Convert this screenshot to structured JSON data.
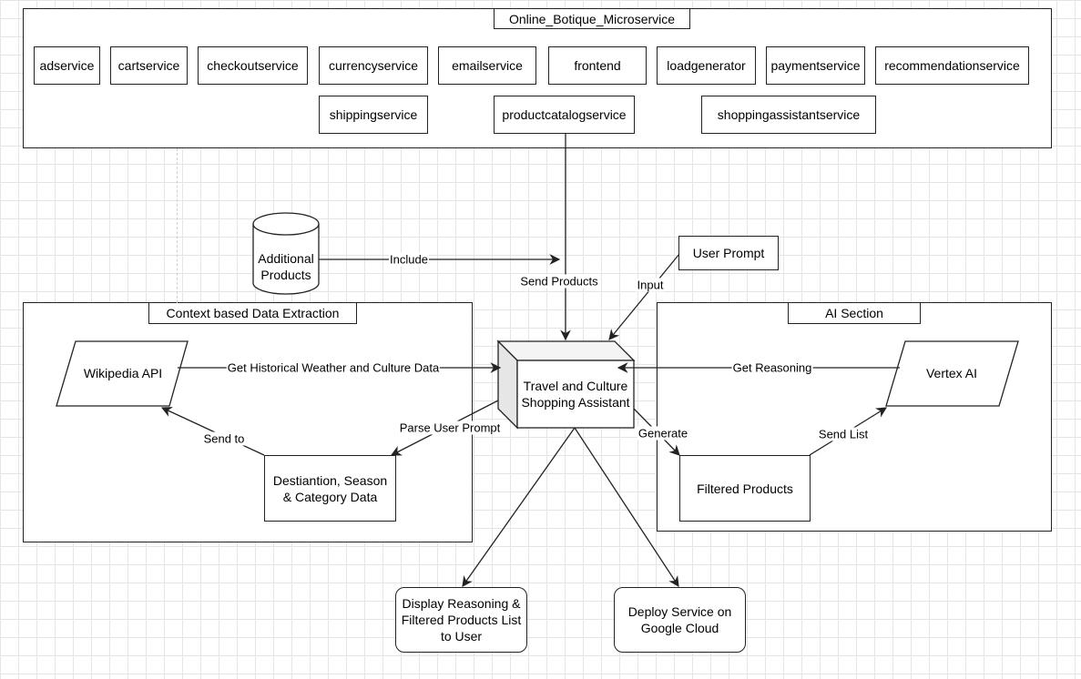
{
  "microservices": {
    "title": "Online_Botique_Microservice",
    "row1": [
      "adservice",
      "cartservice",
      "checkoutservice",
      "currencyservice",
      "emailservice",
      "frontend",
      "loadgenerator",
      "paymentservice",
      "recommendationservice"
    ],
    "row2": [
      "shippingservice",
      "productcatalogservice",
      "shoppingassistantservice"
    ]
  },
  "additional_products": "Additional Products",
  "user_prompt": "User Prompt",
  "context_section": {
    "title": "Context based Data Extraction",
    "wikipedia_api": "Wikipedia API",
    "destination_data": "Destiantion, Season & Category Data"
  },
  "assistant": "Travel and Culture Shopping Assistant",
  "ai_section": {
    "title": "AI Section",
    "vertex_ai": "Vertex AI",
    "filtered_products": "Filtered Products"
  },
  "display_reasoning": "Display Reasoning & Filtered Products List to User",
  "deploy_service": "Deploy Service on Google Cloud",
  "edges": {
    "include": "Include",
    "send_products": "Send Products",
    "input": "Input",
    "get_historical": "Get Historical Weather and Culture Data",
    "get_reasoning": "Get Reasoning",
    "parse_user_prompt": "Parse User Prompt",
    "send_to": "Send to",
    "generate": "Generate",
    "send_list": "Send List"
  }
}
